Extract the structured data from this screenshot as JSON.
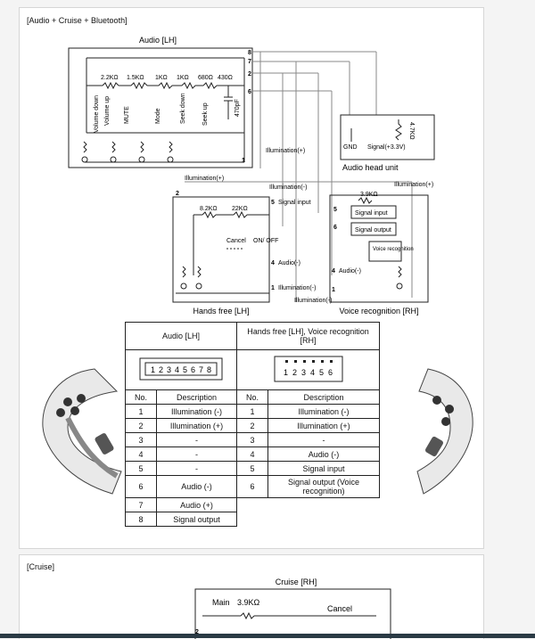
{
  "panel1": {
    "title": "[Audio + Cruise + Bluetooth]",
    "audio_label": "Audio [LH]",
    "audio_pins": [
      "8",
      "7",
      "2",
      "6",
      "1"
    ],
    "switch_labels": [
      "Volume down",
      "Volume up",
      "MUTE",
      "Mode",
      "Seek down",
      "Seek up"
    ],
    "resistors": [
      "2.2KΩ",
      "1.5KΩ",
      "1KΩ",
      "1KΩ",
      "680Ω",
      "430Ω"
    ],
    "cap_label": "470pF",
    "head_unit": {
      "label": "Audio head unit",
      "gnd": "GND",
      "signal": "Signal(+3.3V)",
      "res": "4.7KΩ"
    },
    "illum_plus": "Illumination(+)",
    "illum_minus": "Illumination(-)",
    "hands_free": {
      "label": "Hands free [LH]",
      "pin2": "2",
      "pin5": "5",
      "pin4": "4",
      "pin1": "1",
      "signal_input": "Signal input",
      "audio_minus": "Audio(-)",
      "illum_minus": "Illumination(-)",
      "illum_plus": "Illumination(+)",
      "r1": "8.2KΩ",
      "r2": "22KΩ",
      "cancel": "Cancel",
      "onoff": "ON/ OFF"
    },
    "voice": {
      "label": "Voice recognition [RH]",
      "pin5": "5",
      "pin6": "6",
      "pin4": "4",
      "pin1": "1",
      "res": "3.9KΩ",
      "signal_input": "Signal input",
      "signal_output": "Signal output",
      "voice_rec": "Voice recognition",
      "audio_minus": "Audio(-)",
      "illum_minus": "Illumination(-)",
      "illum_plus": "Illumination(+)"
    },
    "table": {
      "col1_header": "Audio [LH]",
      "col2_header": "Hands free [LH], Voice recognition [RH]",
      "conn1_pins": [
        "1",
        "2",
        "3",
        "4",
        "5",
        "6",
        "7",
        "8"
      ],
      "conn2_pins": [
        "1",
        "2",
        "3",
        "4",
        "5",
        "6"
      ],
      "no": "No.",
      "desc": "Description",
      "left_rows": [
        {
          "no": "1",
          "desc": "Illumination (-)"
        },
        {
          "no": "2",
          "desc": "Illumination (+)"
        },
        {
          "no": "3",
          "desc": "-"
        },
        {
          "no": "4",
          "desc": "-"
        },
        {
          "no": "5",
          "desc": "-"
        },
        {
          "no": "6",
          "desc": "Audio (-)"
        },
        {
          "no": "7",
          "desc": "Audio (+)"
        },
        {
          "no": "8",
          "desc": "Signal output"
        }
      ],
      "right_rows": [
        {
          "no": "1",
          "desc": "Illumination (-)"
        },
        {
          "no": "2",
          "desc": "Illumination (+)"
        },
        {
          "no": "3",
          "desc": "-"
        },
        {
          "no": "4",
          "desc": "Audio (-)"
        },
        {
          "no": "5",
          "desc": "Signal input"
        },
        {
          "no": "6",
          "desc": "Signal output (Voice recognition)"
        }
      ]
    }
  },
  "panel2": {
    "title": "[Cruise]",
    "cruise_label": "Cruise [RH]",
    "main": "Main",
    "res": "3.9KΩ",
    "cancel": "Cancel",
    "pin2": "2"
  }
}
